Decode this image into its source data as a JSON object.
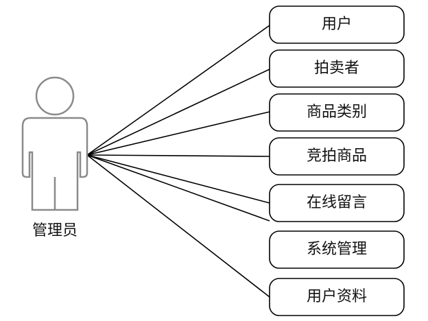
{
  "actor": {
    "label": "管理员"
  },
  "use_cases": [
    {
      "label": "用户"
    },
    {
      "label": "拍卖者"
    },
    {
      "label": "商品类别"
    },
    {
      "label": "竞拍商品"
    },
    {
      "label": "在线留言"
    },
    {
      "label": "系统管理"
    },
    {
      "label": "用户资料"
    }
  ]
}
